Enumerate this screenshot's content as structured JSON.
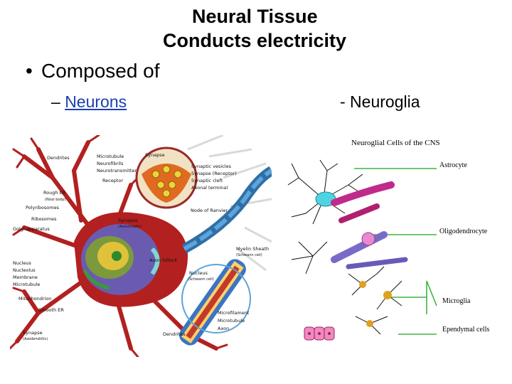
{
  "title": {
    "line1": "Neural Tissue",
    "line2": "Conducts electricity"
  },
  "bullet": {
    "marker": "•",
    "text": "Composed of"
  },
  "sub_items": {
    "dash": "–",
    "neurons": "Neurons",
    "neuroglia": "- Neuroglia"
  },
  "neuron_figure": {
    "labels": {
      "dendrites": "Dendrites",
      "microtubule": "Microtubule",
      "neurofibrils": "Neurofibrils",
      "neurotransmitter": "Neurotransmitter",
      "receptor": "Receptor",
      "synapse": "Synapse",
      "synaptic_vesicles": "Synaptic vesicles",
      "synapse_receptor": "Synapse (Receptor)",
      "synaptic_cleft": "Synaptic cleft",
      "axonal_terminal": "Axonal terminal",
      "rough_er": "Rough ER",
      "nissl_body": "(Nissl body)",
      "polyribosomes": "Polyribosomes",
      "ribosomes": "Ribosomes",
      "golgi": "Golgi apparatus",
      "synapse_axosomatic": "Synapse",
      "axosomatic": "(Axosomatic)",
      "node_ranvier": "Node of Ranvier",
      "myelin_sheath": "Myelin Sheath",
      "schwann_cell": "(Schwann cell)",
      "nucleus": "Nucleus",
      "nucleolus": "Nucleolus",
      "membrane": "Membrane",
      "microtubule2": "Microtubule",
      "axon_hillock": "Axon hillock",
      "nucleus_schwann": "Nucleus",
      "schwann_small": "(Schwann cell)",
      "mitochondrion": "Mitochondrion",
      "smooth_er": "Smooth ER",
      "microfilament": "Microfilament",
      "microtubule3": "Microtubule",
      "axon": "Axon",
      "synapse_axodendritic": "Synapse",
      "axodendritic": "(Axodendritic)",
      "dendrites2": "Dendrites"
    }
  },
  "glia_figure": {
    "heading": "Neuroglial Cells of the CNS",
    "astrocyte": "Astrocyte",
    "oligodendrocyte": "Oligodendrocyte",
    "microglia": "Microglia",
    "ependymal": "Ependymal cells",
    "line_color": "#3fb53f"
  }
}
